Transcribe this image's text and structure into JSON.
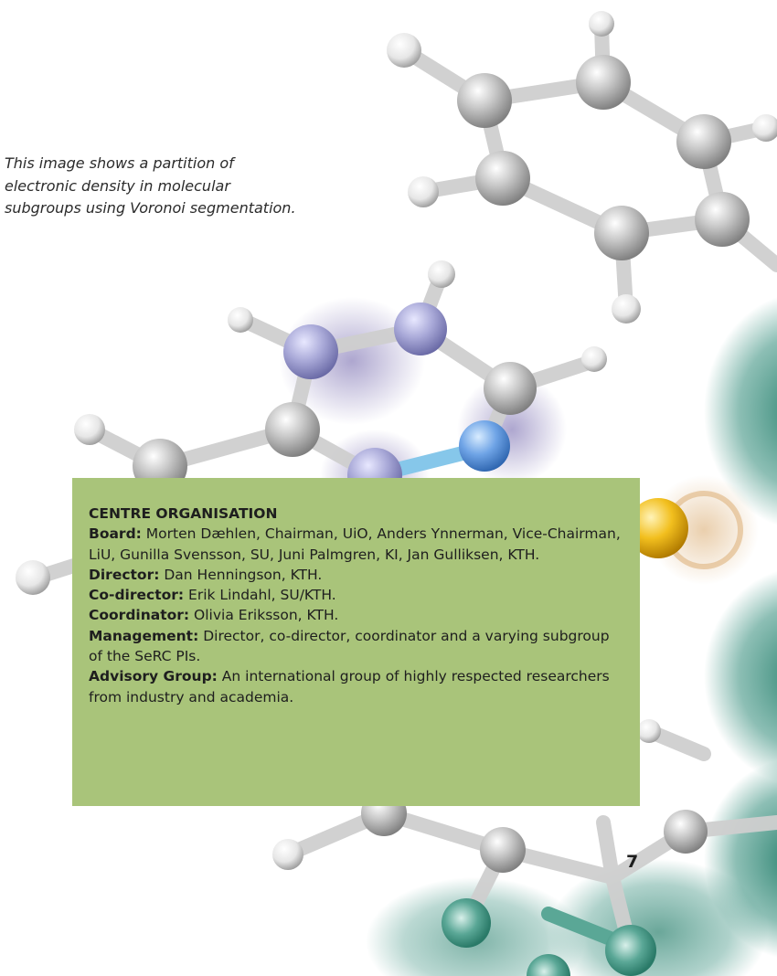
{
  "caption": {
    "lines": [
      "This image shows a partition of",
      "electronic density in molecular",
      "subgroups using Voronoi segmentation."
    ]
  },
  "organisation": {
    "title": "CENTRE ORGANISATION",
    "entries": [
      {
        "label": "Board:",
        "text": " Morten Dæhlen, Chairman, UiO, Anders Ynnerman, Vice-Chairman, LiU, Gunilla Svensson, SU, Juni Palmgren, KI, Jan Gulliksen, KTH."
      },
      {
        "label": "Director:",
        "text": " Dan Henningson, KTH."
      },
      {
        "label": "Co-director:",
        "text": " Erik Lindahl, SU/KTH."
      },
      {
        "label": "Coordinator:",
        "text": " Olivia Eriksson, KTH."
      },
      {
        "label": "Management:",
        "text": " Director, co-director, coordinator and a varying subgroup of the SeRC PIs."
      },
      {
        "label": "Advisory Group:",
        "text": " An international group of highly respected researchers from industry and academia."
      }
    ]
  },
  "page_number": "7",
  "colors": {
    "box_background": "#a9c47a",
    "carbon_atom": "#b9b9b9",
    "nitrogen_atom": "#a9a9d8",
    "oxygen_atom": "#6fa4e6",
    "sulfur_atom": "#f2bf1e",
    "density_cloud": "#2f8a78"
  }
}
